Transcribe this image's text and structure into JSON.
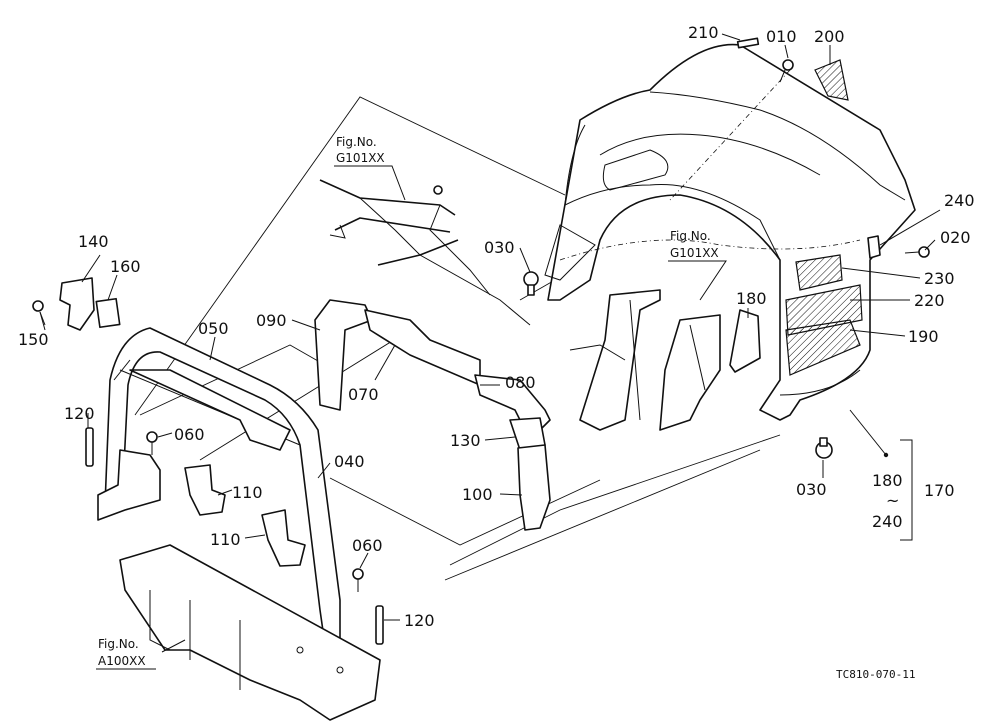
{
  "labels": [
    {
      "id": "210",
      "text": "210"
    },
    {
      "id": "010",
      "text": "010"
    },
    {
      "id": "200",
      "text": "200"
    },
    {
      "id": "240a",
      "text": "240"
    },
    {
      "id": "020",
      "text": "020"
    },
    {
      "id": "230",
      "text": "230"
    },
    {
      "id": "220",
      "text": "220"
    },
    {
      "id": "190",
      "text": "190"
    },
    {
      "id": "180a",
      "text": "180"
    },
    {
      "id": "030a",
      "text": "030"
    },
    {
      "id": "030b",
      "text": "030"
    },
    {
      "id": "140",
      "text": "140"
    },
    {
      "id": "160",
      "text": "160"
    },
    {
      "id": "150",
      "text": "150"
    },
    {
      "id": "050",
      "text": "050"
    },
    {
      "id": "090",
      "text": "090"
    },
    {
      "id": "070",
      "text": "070"
    },
    {
      "id": "080",
      "text": "080"
    },
    {
      "id": "130",
      "text": "130"
    },
    {
      "id": "100",
      "text": "100"
    },
    {
      "id": "120a",
      "text": "120"
    },
    {
      "id": "060a",
      "text": "060"
    },
    {
      "id": "040",
      "text": "040"
    },
    {
      "id": "110a",
      "text": "110"
    },
    {
      "id": "110b",
      "text": "110"
    },
    {
      "id": "060b",
      "text": "060"
    },
    {
      "id": "120b",
      "text": "120"
    },
    {
      "id": "180b",
      "text": "180"
    },
    {
      "id": "tilde",
      "text": "~"
    },
    {
      "id": "240b",
      "text": "240"
    },
    {
      "id": "170",
      "text": "170"
    }
  ],
  "figure_refs": [
    {
      "title": "Fig.No.",
      "code": "G101XX"
    },
    {
      "title": "Fig.No.",
      "code": "G101XX"
    },
    {
      "title": "Fig.No.",
      "code": "A100XX"
    }
  ],
  "drawing_code": "TC810-070-11"
}
